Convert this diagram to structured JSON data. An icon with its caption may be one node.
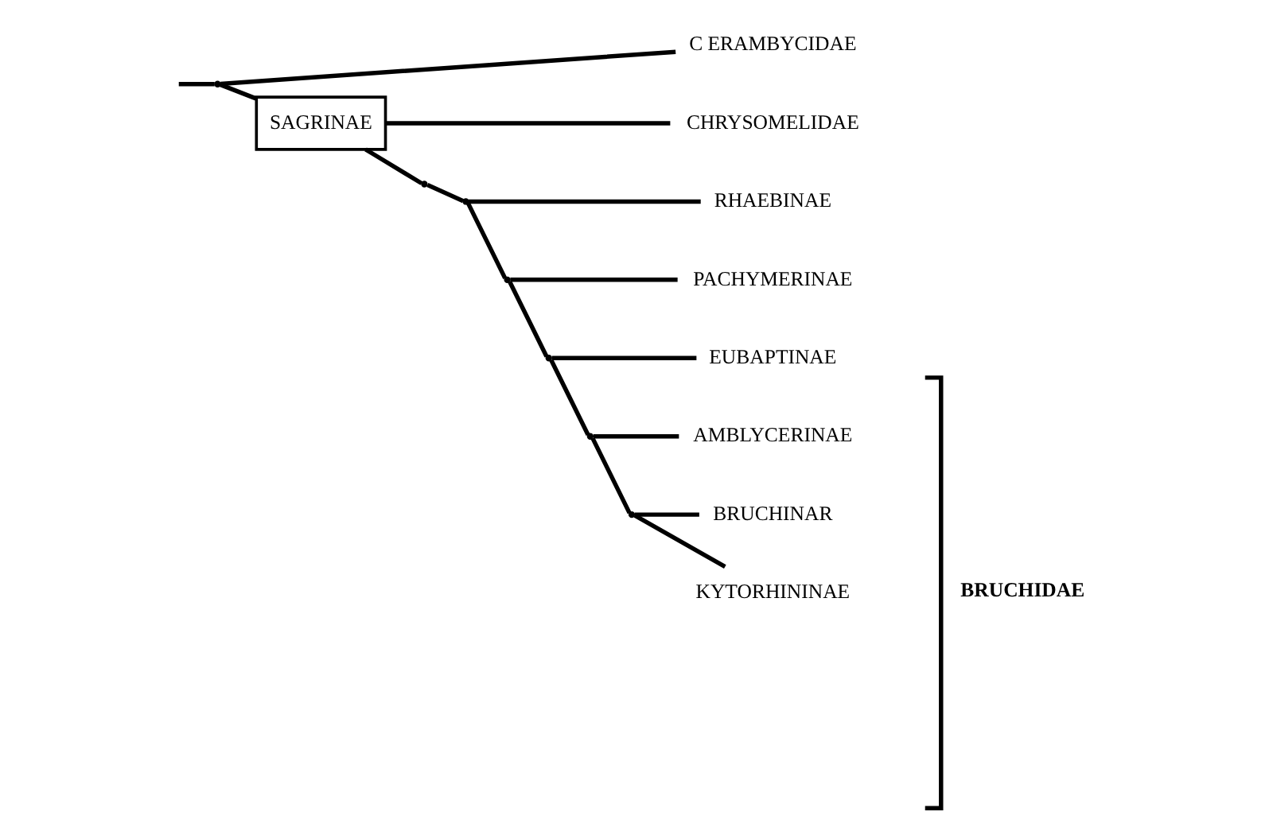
{
  "diagram": {
    "nodes": [
      {
        "text": [
          "C ERAMBYCIDAE"
        ]
      },
      {
        "text": [
          "PACHYMERINAE"
        ]
      },
      {
        "text": [
          "EUBAPTINAE"
        ]
      },
      {
        "text": [
          "BRUCHINAR"
        ]
      },
      {
        "text": [
          "SAGRINAE"
        ]
      },
      {
        "text": [
          "KYTORHININAE"
        ]
      },
      {
        "text": [
          "AMBLYCERINAE"
        ]
      },
      {
        "text": [
          "RHAEBINAE"
        ]
      },
      {
        "text": [
          "CHRYSOMELIDAE"
        ]
      },
      {
        "text": [],
        "shape": "point"
      },
      {
        "text": [],
        "shape": "point"
      },
      {
        "text": [],
        "shape": "point"
      },
      {
        "text": [],
        "shape": "point"
      },
      {
        "text": [],
        "shape": "point"
      },
      {
        "text": [],
        "shape": "point"
      },
      {
        "text": [],
        "shape": "point"
      }
    ],
    "edges": [
      {
        "from": null,
        "to": 9,
        "arrow": "none"
      },
      {
        "from": 9,
        "to": 0,
        "arrow": "none"
      },
      {
        "from": 9,
        "to": 4,
        "arrow": "none"
      },
      {
        "from": 4,
        "to": 8,
        "arrow": "none"
      },
      {
        "from": 4,
        "to": 10,
        "arrow": "none"
      },
      {
        "from": 10,
        "to": 11,
        "arrow": "none"
      },
      {
        "from": 11,
        "to": 7,
        "arrow": "none"
      },
      {
        "from": 11,
        "to": 12,
        "arrow": "none"
      },
      {
        "from": 12,
        "to": 1,
        "arrow": "none"
      },
      {
        "from": 12,
        "to": 13,
        "arrow": "none"
      },
      {
        "from": 13,
        "to": 2,
        "arrow": "none"
      },
      {
        "from": 13,
        "to": 14,
        "arrow": "none"
      },
      {
        "from": 14,
        "to": 6,
        "arrow": "none"
      },
      {
        "from": 14,
        "to": 15,
        "arrow": "none"
      },
      {
        "from": 15,
        "to": 3,
        "arrow": "none"
      },
      {
        "from": 15,
        "to": 5,
        "arrow": "none"
      }
    ],
    "labels": [
      "BRUCHIDAE"
    ]
  }
}
